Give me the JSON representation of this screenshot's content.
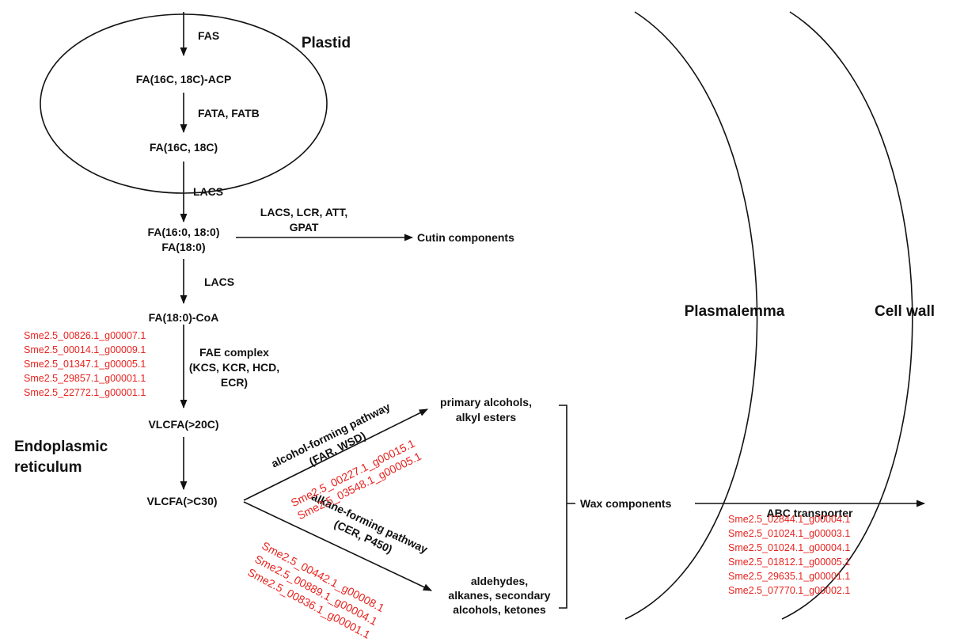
{
  "compartments": {
    "plastid": "Plastid",
    "endoplasmic_reticulum": [
      "Endoplasmic",
      "reticulum"
    ],
    "plasmalemma": "Plasmalemma",
    "cell_wall": "Cell wall"
  },
  "metabolites": {
    "fa_acp": "FA(16C, 18C)-ACP",
    "fa_16c_18c": "FA(16C, 18C)",
    "fa_free": [
      "FA(16:0, 18:0)",
      "FA(18:0)"
    ],
    "fa_coa": "FA(18:0)-CoA",
    "vlcfa_20": "VLCFA(>20C)",
    "vlcfa_30": "VLCFA(>C30)",
    "cutin": "Cutin components",
    "alcohols": [
      "primary alcohols,",
      "alkyl esters"
    ],
    "aldehydes": [
      "aldehydes,",
      "alkanes, secondary",
      "alcohols, ketones"
    ],
    "wax": "Wax components"
  },
  "enzymes": {
    "fas": "FAS",
    "fata_fatb": "FATA, FATB",
    "lacs_1": "LACS",
    "cutin_enzymes": [
      "LACS, LCR, ATT,",
      "GPAT"
    ],
    "lacs_2": "LACS",
    "fae": [
      "FAE complex",
      "(KCS, KCR, HCD,",
      "ECR)"
    ],
    "alcohol_pathway": [
      "alcohol-forming pathway",
      "(FAR, WSD)"
    ],
    "alkane_pathway": [
      "alkane-forming pathway",
      "(CER, P450)"
    ],
    "abc": "ABC transporter"
  },
  "gene_ids": {
    "fae_genes": [
      "Sme2.5_00826.1_g00007.1",
      "Sme2.5_00014.1_g00009.1",
      "Sme2.5_01347.1_g00005.1",
      "Sme2.5_29857.1_g00001.1",
      "Sme2.5_22772.1_g00001.1"
    ],
    "alcohol_genes": [
      "Sme2.5_00227.1_g00015.1",
      "Sme2.5_03548.1_g00005.1"
    ],
    "alkane_genes": [
      "Sme2.5_00442.1_g00008.1",
      "Sme2.5_00889.1_g00004.1",
      "Sme2.5_00836.1_g00001.1"
    ],
    "abc_genes": [
      "Sme2.5_02844.1_g00004.1",
      "Sme2.5_01024.1_g00003.1",
      "Sme2.5_01024.1_g00004.1",
      "Sme2.5_01812.1_g00005.1",
      "Sme2.5_29635.1_g00001.1",
      "Sme2.5_07770.1_g00002.1"
    ]
  },
  "colors": {
    "text": "#111111",
    "gene_ids": "#e8231f"
  }
}
